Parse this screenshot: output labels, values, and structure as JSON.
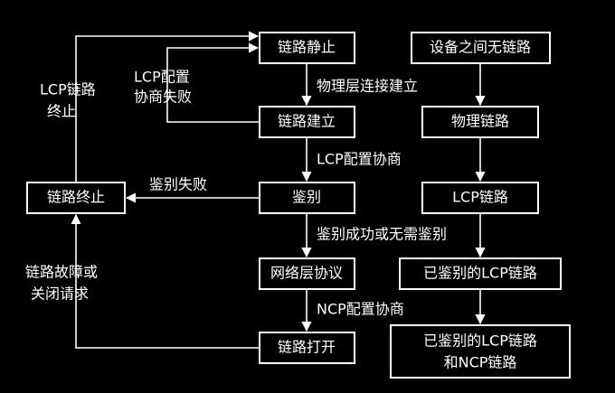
{
  "nodes": {
    "link_idle": "链路静止",
    "link_establish": "链路建立",
    "auth": "鉴别",
    "network_protocol": "网络层协议",
    "link_open": "链路打开",
    "link_terminate": "链路终止",
    "no_link": "设备之间无链路",
    "physical_link": "物理链路",
    "lcp_link": "LCP链路",
    "authed_lcp": "已鉴别的LCP链路",
    "authed_lcp_ncp_1": "已鉴别的LCP链路",
    "authed_lcp_ncp_2": "和NCP链路"
  },
  "edges": {
    "physical_connect": "物理层连接建立",
    "lcp_negotiate": "LCP配置协商",
    "auth_success": "鉴别成功或无需鉴别",
    "ncp_negotiate": "NCP配置协商",
    "auth_fail": "鉴别失败",
    "lcp_fail_1": "LCP配置",
    "lcp_fail_2": "协商失败",
    "lcp_terminate_1": "LCP链路",
    "lcp_terminate_2": "终止",
    "link_fault_1": "链路故障或",
    "link_fault_2": "关闭请求"
  }
}
